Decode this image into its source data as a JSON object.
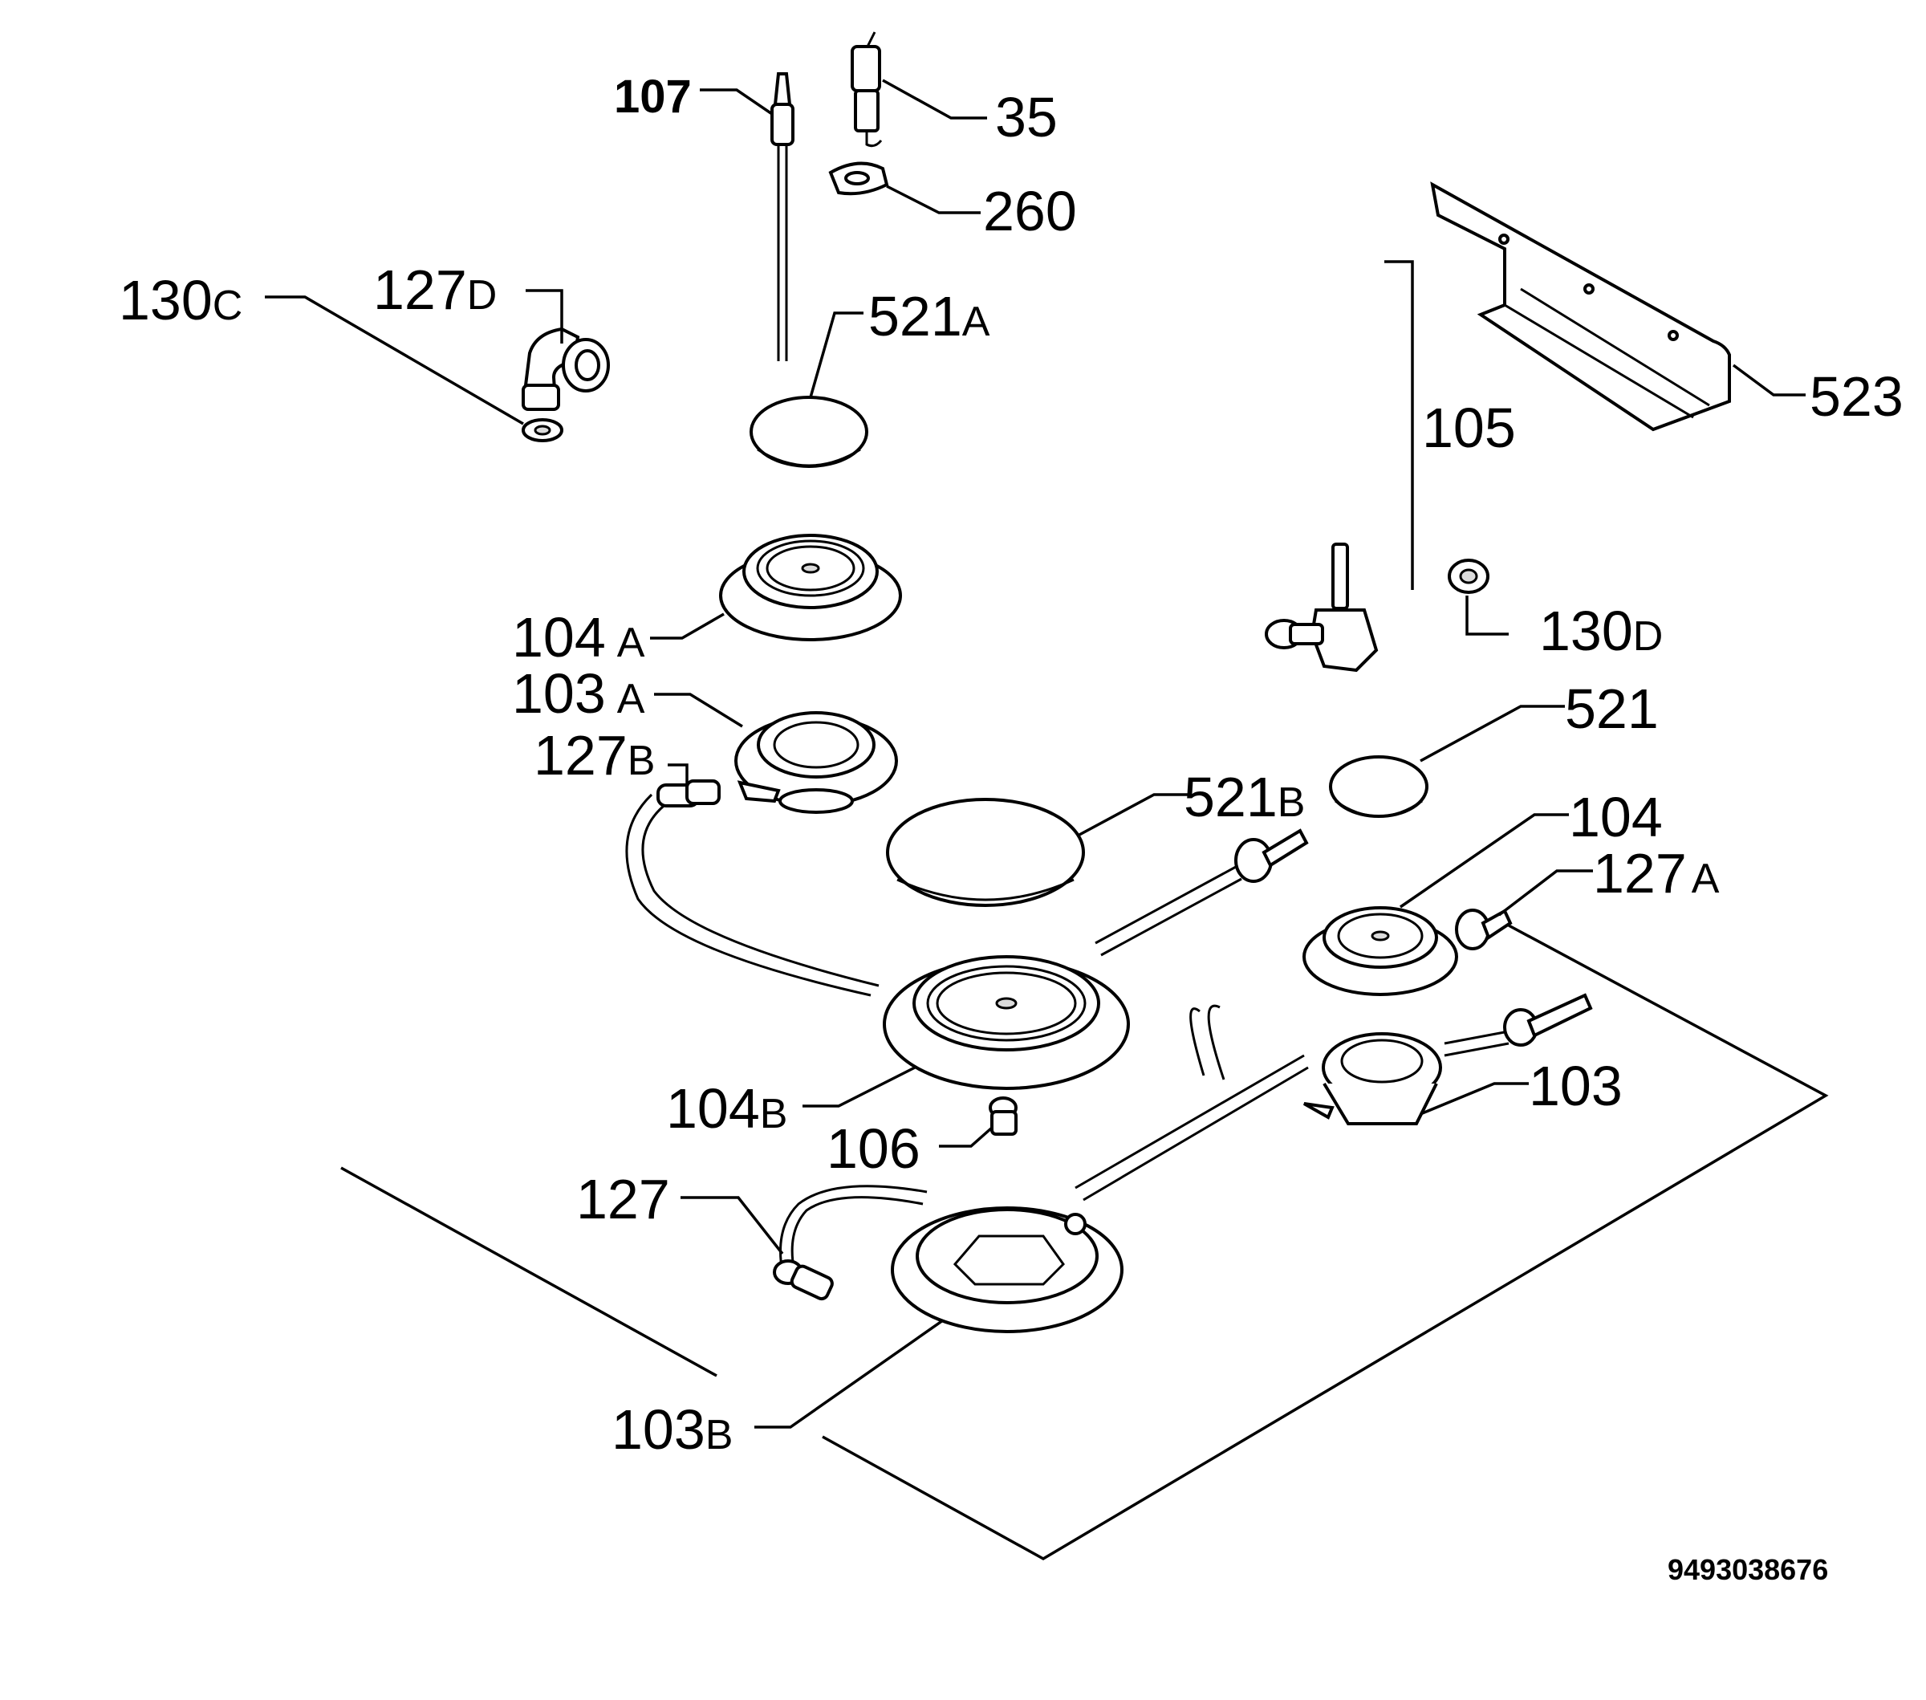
{
  "labels": {
    "l107": {
      "num": "107"
    },
    "l35": {
      "num": "35"
    },
    "l260": {
      "num": "260"
    },
    "l130C": {
      "num": "130",
      "suffix": "C"
    },
    "l127D": {
      "num": "127",
      "suffix": "D"
    },
    "l521A": {
      "num": "521",
      "suffix": "A"
    },
    "l523": {
      "num": "523"
    },
    "l105": {
      "num": "105"
    },
    "l130D": {
      "num": "130",
      "suffix": "D"
    },
    "l104A": {
      "num": "104",
      "suffix": "A"
    },
    "l103A": {
      "num": "103",
      "suffix": "A"
    },
    "l127B": {
      "num": "127",
      "suffix": "B"
    },
    "l521": {
      "num": "521"
    },
    "l521B": {
      "num": "521",
      "suffix": "B"
    },
    "l104": {
      "num": "104"
    },
    "l127A": {
      "num": "127",
      "suffix": "A"
    },
    "l103": {
      "num": "103"
    },
    "l104B": {
      "num": "104",
      "suffix": "B"
    },
    "l106": {
      "num": "106"
    },
    "l127": {
      "num": "127"
    },
    "l103B": {
      "num": "103",
      "suffix": "B"
    }
  },
  "document_number": "9493038676"
}
